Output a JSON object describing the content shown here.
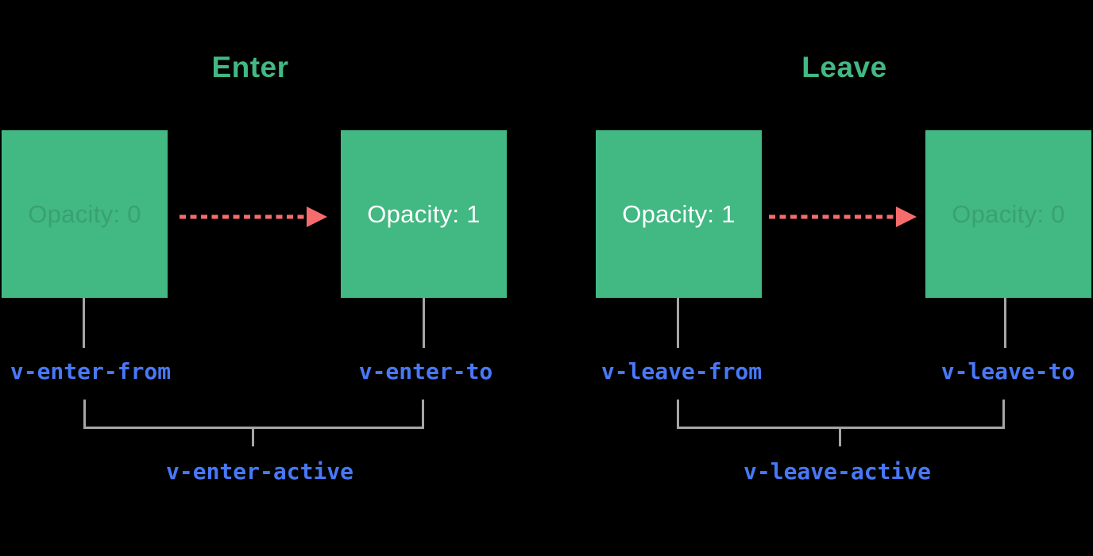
{
  "colors": {
    "background": "#000000",
    "box_green": "#42b883",
    "title_green": "#42b883",
    "arrow_red": "#f66c6c",
    "label_blue": "#4878f6",
    "connector_gray": "#a6a6a6",
    "box_text_solid": "#ffffff",
    "box_text_faded": "rgba(0,0,0,0.13)"
  },
  "sections": [
    {
      "title": "Enter",
      "boxes": [
        {
          "label": "Opacity: 0",
          "state": "faded"
        },
        {
          "label": "Opacity: 1",
          "state": "solid"
        }
      ],
      "labels": {
        "from": "v-enter-from",
        "to": "v-enter-to",
        "active": "v-enter-active"
      }
    },
    {
      "title": "Leave",
      "boxes": [
        {
          "label": "Opacity: 1",
          "state": "solid"
        },
        {
          "label": "Opacity: 0",
          "state": "faded"
        }
      ],
      "labels": {
        "from": "v-leave-from",
        "to": "v-leave-to",
        "active": "v-leave-active"
      }
    }
  ]
}
